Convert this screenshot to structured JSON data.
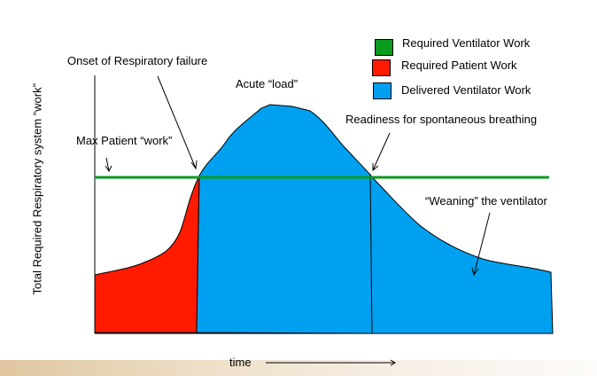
{
  "legend": [
    {
      "label": "Required Ventilator Work",
      "color": "#0a9a1e"
    },
    {
      "label": "Required Patient Work",
      "color": "#ff1a00"
    },
    {
      "label": "Delivered Ventilator Work",
      "color": "#00a0f0"
    }
  ],
  "annotations": {
    "onset": "Onset of Respiratory failure",
    "acute": "Acute “load”",
    "max_patient": "Max Patient “work”",
    "readiness": "Readiness for spontaneous breathing",
    "weaning": "“Weaning” the ventilator"
  },
  "axes": {
    "y_label": "Total Required Respiratory system “work”",
    "x_label": "time"
  }
}
